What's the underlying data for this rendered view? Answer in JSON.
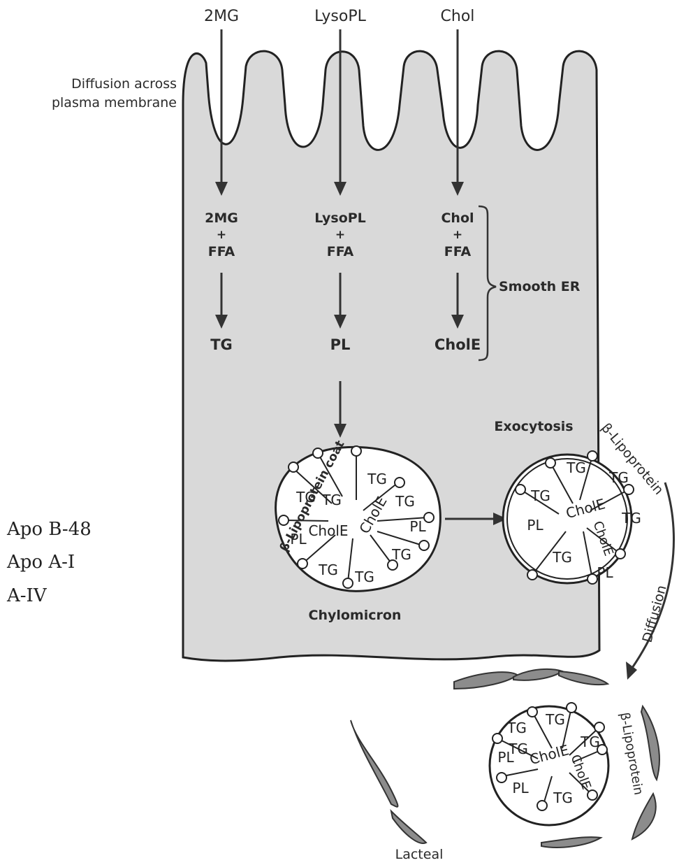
{
  "inputs": [
    "2MG",
    "LysoPL",
    "Chol"
  ],
  "membrane_label": [
    "Diffusion across",
    "plasma membrane"
  ],
  "er_column_1": [
    "2MG",
    "+",
    "FFA",
    "TG"
  ],
  "er_column_2": [
    "LysoPL",
    "+",
    "FFA",
    "PL"
  ],
  "er_column_3": [
    "Chol",
    "+",
    "FFA",
    "CholE"
  ],
  "smooth_er_label": "Smooth ER",
  "exocytosis_label": "Exocytosis",
  "coat_label": "β-Lipoprotein coat",
  "beta_lipoprotein_label": "β-Lipoprotein",
  "diffusion_label": "Diffusion",
  "chylomicron_label": "Chylomicron",
  "lacteal_label": "Lacteal",
  "apo_labels": [
    "Apo B-48",
    "Apo A-I",
    "A-IV"
  ],
  "particle_contents": {
    "tg": "TG",
    "pl": "PL",
    "chole": "CholE"
  }
}
